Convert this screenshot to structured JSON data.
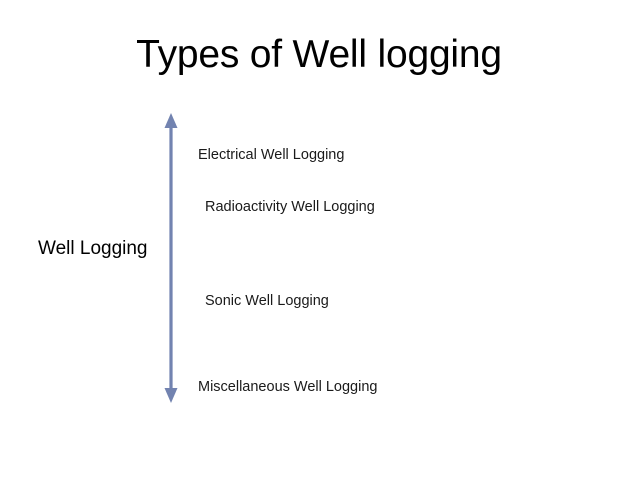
{
  "slide": {
    "title": "Types of Well logging",
    "background_color": "#ffffff",
    "title_color": "#000000"
  },
  "diagram": {
    "category_label": "Well Logging",
    "arrow": {
      "name": "double-headed-vertical-arrow",
      "color": "#7283b0",
      "direction": "both"
    },
    "log_types": [
      {
        "label": "Electrical Well Logging"
      },
      {
        "label": "Radioactivity Well Logging"
      },
      {
        "label": "Sonic Well Logging"
      },
      {
        "label": "Miscellaneous Well Logging"
      }
    ]
  }
}
